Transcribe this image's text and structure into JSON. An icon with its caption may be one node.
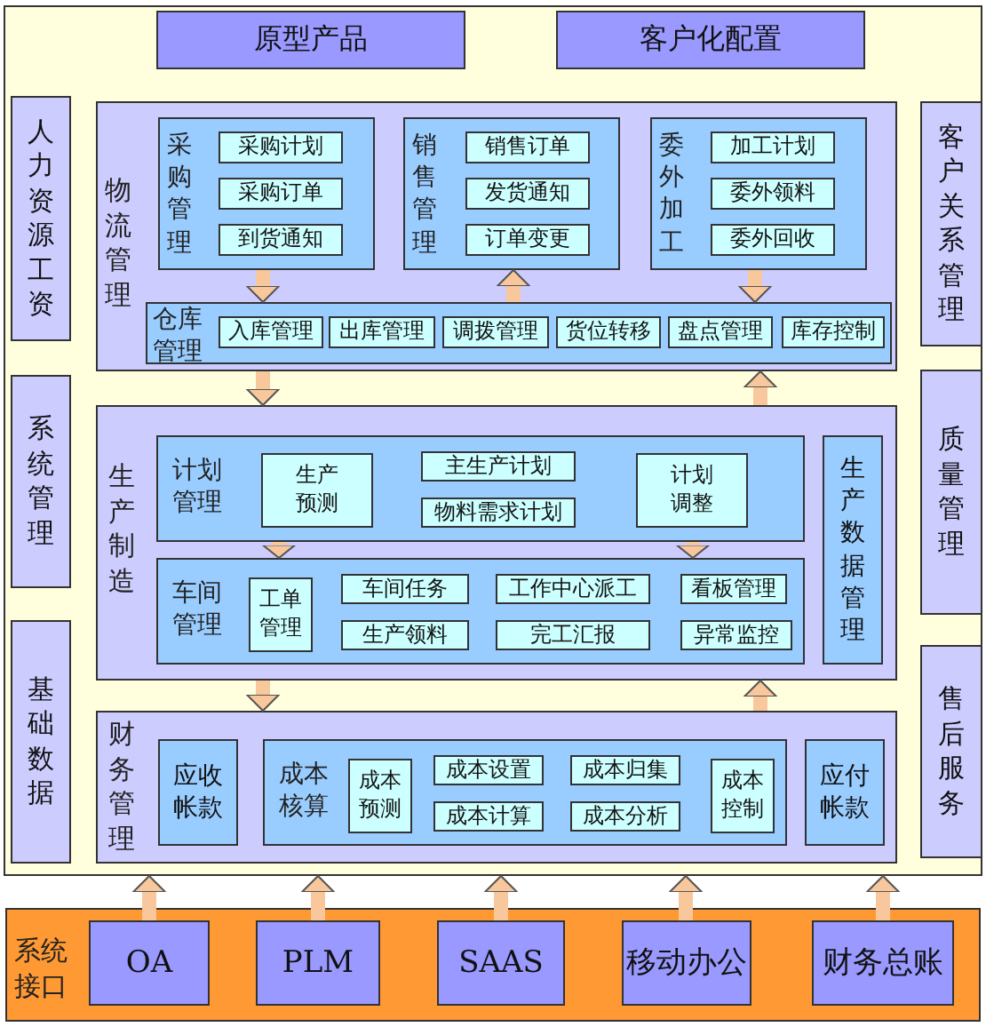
{
  "diagram": {
    "nodes": [
      {
        "text": [],
        "shape": "box"
      },
      {
        "text": [
          "原型产品"
        ],
        "in": 0
      },
      {
        "text": [
          "客户化配置"
        ],
        "in": 0
      },
      {
        "text": [
          "人力资源工资"
        ],
        "in": 0
      },
      {
        "text": [
          "物流管理"
        ],
        "in": 0
      },
      {
        "text": [
          "采购管理"
        ],
        "in": 4
      },
      {
        "text": [
          "采购计划"
        ],
        "in": 5
      },
      {
        "text": [
          "采购订单"
        ],
        "in": 5
      },
      {
        "text": [
          "到货通知"
        ],
        "in": 5
      },
      {
        "text": [
          "销售管理"
        ],
        "in": 4
      },
      {
        "text": [
          "销售订单"
        ],
        "in": 9
      },
      {
        "text": [
          "发货通知"
        ],
        "in": 9
      },
      {
        "text": [
          "订单变更"
        ],
        "in": 9
      },
      {
        "text": [
          "委外加工"
        ],
        "in": 4
      },
      {
        "text": [
          "加工计划"
        ],
        "in": 13
      },
      {
        "text": [
          "委外领料"
        ],
        "in": 13
      },
      {
        "text": [
          "委外回收"
        ],
        "in": 13
      },
      {
        "text": [
          "客户关系管理"
        ],
        "in": 0
      },
      {
        "text": [
          "仓库管理"
        ],
        "in": 4
      },
      {
        "text": [
          "入库管理"
        ],
        "in": 18
      },
      {
        "text": [
          "出库管理"
        ],
        "in": 18
      },
      {
        "text": [
          "调拨管理"
        ],
        "in": 18
      },
      {
        "text": [
          "货位转移"
        ],
        "in": 18
      },
      {
        "text": [
          "盘点管理"
        ],
        "in": 18
      },
      {
        "text": [
          "库存控制"
        ],
        "in": 18
      },
      {
        "text": [
          "系统管理"
        ],
        "in": 0
      },
      {
        "text": [
          "生产制造"
        ],
        "in": 0
      },
      {
        "text": [
          "计划管理"
        ],
        "in": 26
      },
      {
        "text": [
          "生产预测"
        ],
        "in": 27
      },
      {
        "text": [
          "主生产计划"
        ],
        "in": 27
      },
      {
        "text": [
          "物料需求计划"
        ],
        "in": 27
      },
      {
        "text": [
          "计划调整"
        ],
        "in": 27
      },
      {
        "text": [
          "生产数据管理"
        ],
        "in": 26
      },
      {
        "text": [
          "车间管理"
        ],
        "in": 26
      },
      {
        "text": [
          "工单管理"
        ],
        "in": 33
      },
      {
        "text": [
          "车间任务"
        ],
        "in": 33
      },
      {
        "text": [
          "工作中心派工"
        ],
        "in": 33
      },
      {
        "text": [
          "看板管理"
        ],
        "in": 33
      },
      {
        "text": [
          "生产领料"
        ],
        "in": 33
      },
      {
        "text": [
          "完工汇报"
        ],
        "in": 33
      },
      {
        "text": [
          "异常监控"
        ],
        "in": 33
      },
      {
        "text": [
          "质量管理"
        ],
        "in": 0
      },
      {
        "text": [
          "基础数据"
        ],
        "in": 0
      },
      {
        "text": [
          "售后服务"
        ],
        "in": 0
      },
      {
        "text": [
          "财务管理"
        ],
        "in": 0
      },
      {
        "text": [
          "应收帐款"
        ],
        "in": 44
      },
      {
        "text": [
          "成本核算"
        ],
        "in": 44
      },
      {
        "text": [
          "成本预测"
        ],
        "in": 46
      },
      {
        "text": [
          "成本设置"
        ],
        "in": 46
      },
      {
        "text": [
          "成本归集"
        ],
        "in": 46
      },
      {
        "text": [
          "成本计算"
        ],
        "in": 46
      },
      {
        "text": [
          "成本分析"
        ],
        "in": 46
      },
      {
        "text": [
          "成本控制"
        ],
        "in": 46
      },
      {
        "text": [
          "应付帐款"
        ],
        "in": 44
      },
      {
        "text": [
          "系统接口"
        ]
      },
      {
        "text": [
          "OA"
        ],
        "in": 54
      },
      {
        "text": [
          "PLM"
        ],
        "in": 54
      },
      {
        "text": [
          "SAAS"
        ],
        "in": 54
      },
      {
        "text": [
          "移动办公"
        ],
        "in": 54
      },
      {
        "text": [
          "财务总账"
        ],
        "in": 54
      }
    ],
    "edges": [
      {
        "from": 5,
        "to": 18,
        "arrow": "to"
      },
      {
        "from": 18,
        "to": 9,
        "arrow": "to"
      },
      {
        "from": 13,
        "to": 18,
        "arrow": "to"
      },
      {
        "from": 4,
        "to": 26,
        "arrow": "to"
      },
      {
        "from": 26,
        "to": 4,
        "arrow": "to"
      },
      {
        "from": 27,
        "to": 33,
        "arrow": "to"
      },
      {
        "from": 27,
        "to": 33,
        "arrow": "to"
      },
      {
        "from": 26,
        "to": 44,
        "arrow": "to"
      },
      {
        "from": 44,
        "to": 26,
        "arrow": "to"
      },
      {
        "from": 55,
        "to": 0,
        "arrow": "to"
      },
      {
        "from": 56,
        "to": 0,
        "arrow": "to"
      },
      {
        "from": 57,
        "to": 0,
        "arrow": "to"
      },
      {
        "from": 58,
        "to": 0,
        "arrow": "to"
      },
      {
        "from": 59,
        "to": 0,
        "arrow": "to"
      }
    ]
  }
}
